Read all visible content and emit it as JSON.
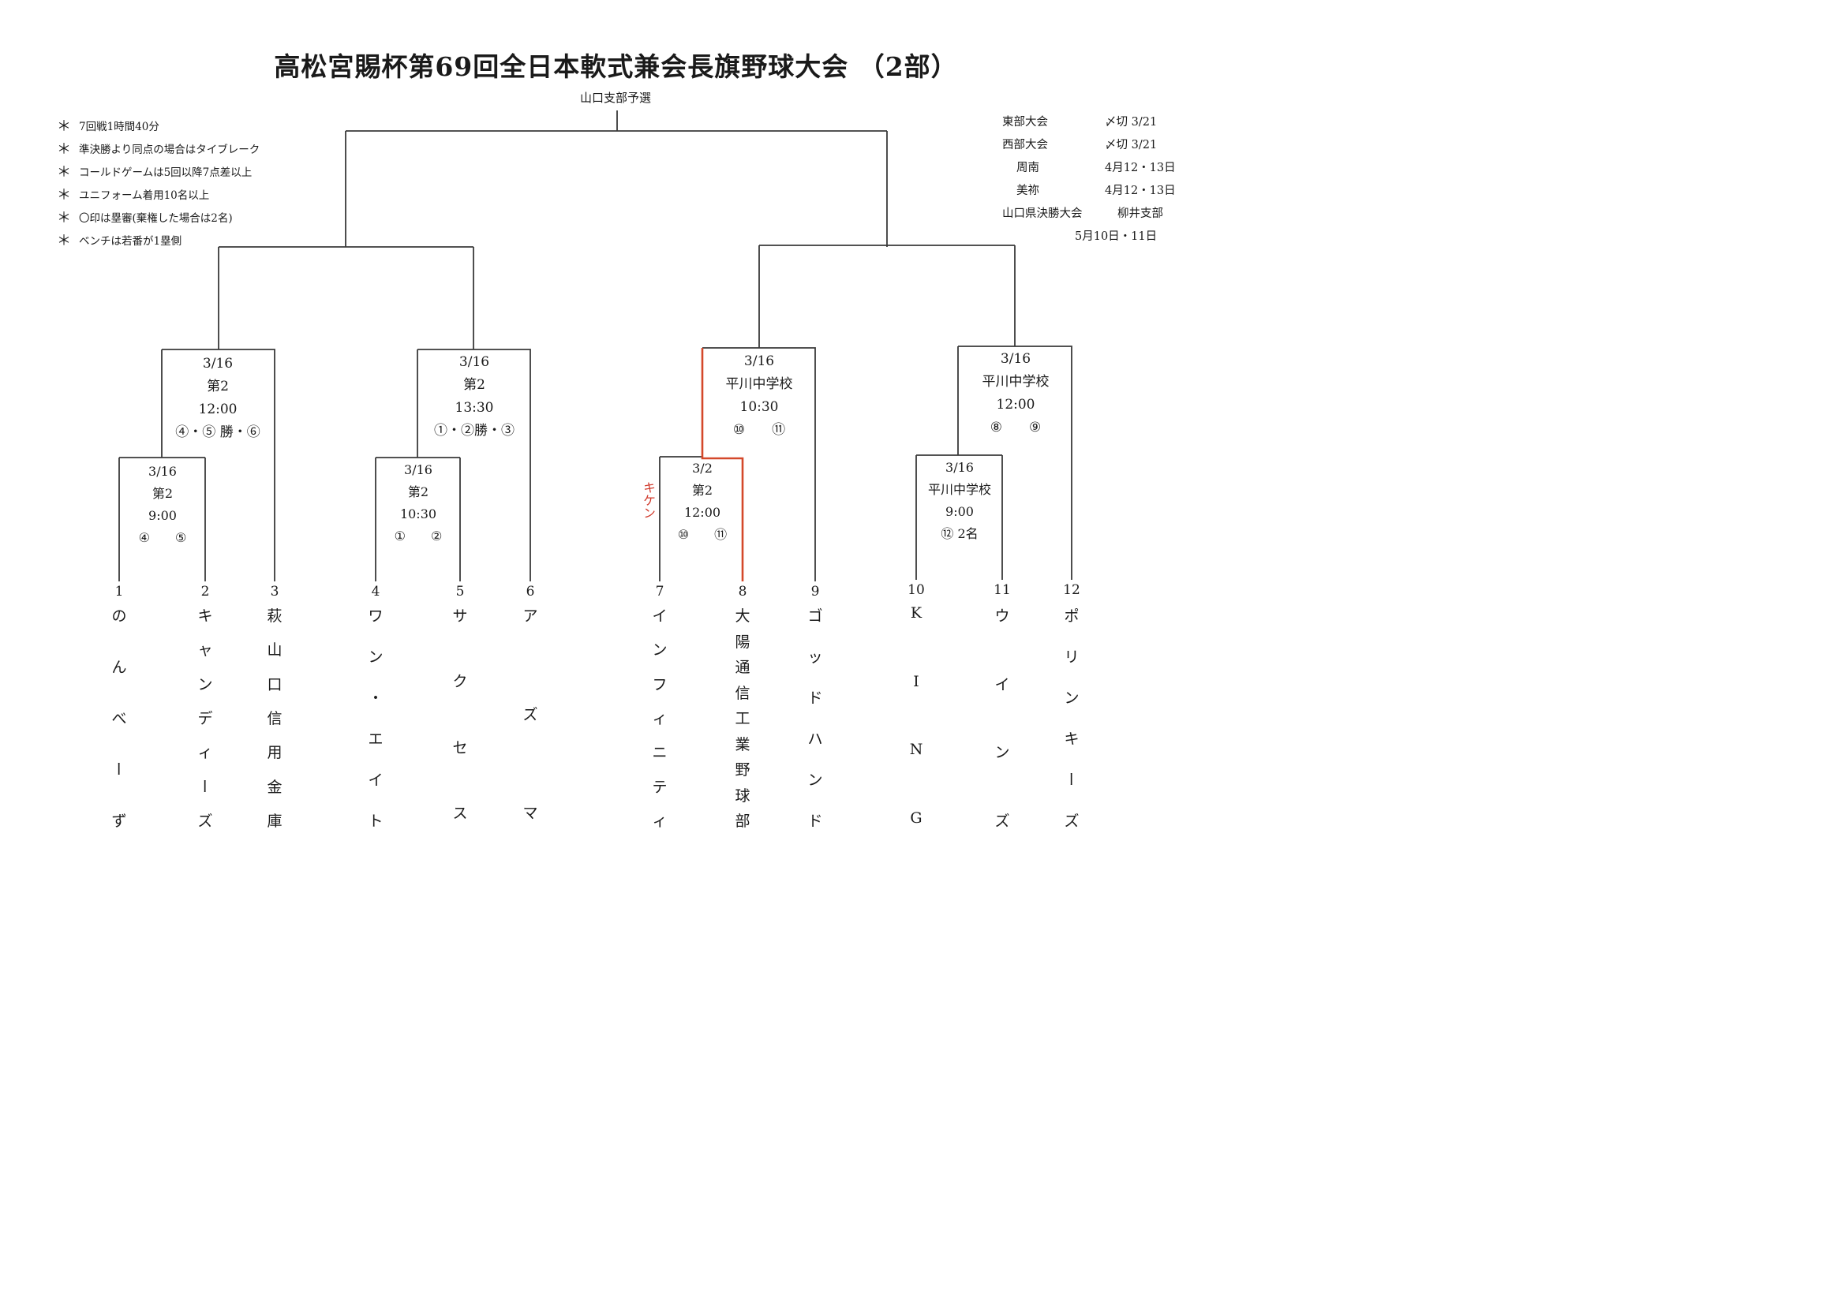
{
  "title": "高松宮賜杯第69回全日本軟式兼会長旗野球大会 （2部）",
  "subtitle": "山口支部予選",
  "notes": [
    "7回戦1時間40分",
    "準決勝より同点の場合はタイブレーク",
    "コールドゲームは5回以降7点差以上",
    "ユニフォーム着用10名以上",
    "〇印は塁審(棄権した場合は2名)",
    "ベンチは若番が1塁側"
  ],
  "note_mark": "＊",
  "schedule": [
    {
      "name": "東部大会",
      "value": "〆切 3/21"
    },
    {
      "name": "西部大会",
      "value": "〆切 3/21"
    },
    {
      "name": "周南",
      "value": "4月12・13日"
    },
    {
      "name": "美祢",
      "value": "4月12・13日"
    },
    {
      "name": "山口県決勝大会",
      "value": "柳井支部"
    },
    {
      "name": "",
      "value": "5月10日・11日"
    }
  ],
  "matches": {
    "m45": [
      "3/16",
      "第2",
      "9:00",
      "④　　⑤"
    ],
    "m456": [
      "3/16",
      "第2",
      "12:00",
      "④・⑤ 勝・⑥"
    ],
    "m12": [
      "3/16",
      "第2",
      "10:30",
      "①　　②"
    ],
    "m123": [
      "3/16",
      "第2",
      "13:30",
      "①・②勝・③"
    ],
    "m78": [
      "3/2",
      "第2",
      "12:00",
      "⑩　　⑪"
    ],
    "m789": [
      "3/16",
      "平川中学校",
      "10:30",
      "⑩　　⑪"
    ],
    "m1011": [
      "3/16",
      "平川中学校",
      "9:00",
      "⑫ 2名"
    ],
    "m101112": [
      "3/16",
      "平川中学校",
      "12:00",
      "⑧　　⑨"
    ]
  },
  "kiken_note": "キケン",
  "teams": [
    {
      "num": "1",
      "name": "のんべーず"
    },
    {
      "num": "2",
      "name": "キャンディーズ"
    },
    {
      "num": "3",
      "name": "萩山口信用金庫"
    },
    {
      "num": "4",
      "name": "ワン・エイト"
    },
    {
      "num": "5",
      "name": "サクセス"
    },
    {
      "num": "6",
      "name": "アズマ"
    },
    {
      "num": "7",
      "name": "インフィニティ"
    },
    {
      "num": "8",
      "name": "大陽通信工業野球部"
    },
    {
      "num": "9",
      "name": "ゴッドハンド"
    },
    {
      "num": "10",
      "name": "KING"
    },
    {
      "num": "11",
      "name": "ウインズ"
    },
    {
      "num": "12",
      "name": "ポリンキーズ"
    }
  ],
  "colors": {
    "line": "#3a3a3a",
    "winner_line": "#d4482a",
    "kiken": "#d0392b"
  }
}
